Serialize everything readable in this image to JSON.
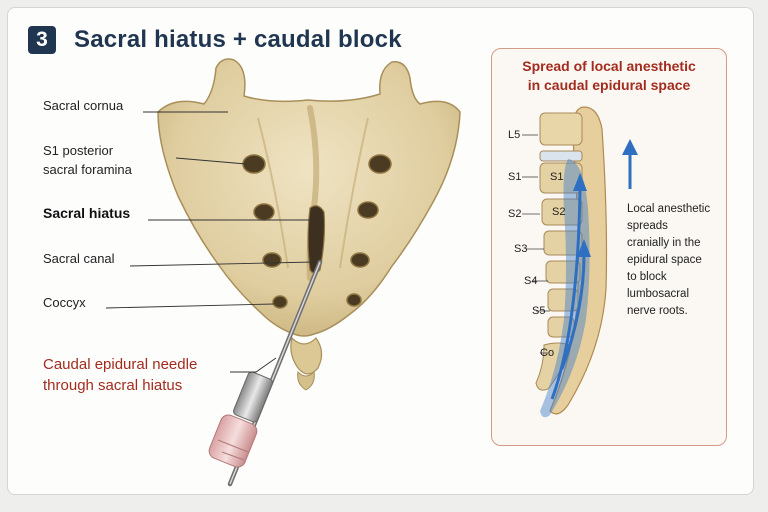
{
  "header": {
    "step_number": "3",
    "title": "Sacral hiatus + caudal block"
  },
  "labels": {
    "sacral_cornua": "Sacral cornua",
    "s1_foramina_line1": "S1 posterior",
    "s1_foramina_line2": "sacral foramina",
    "sacral_hiatus": "Sacral hiatus",
    "sacral_canal": "Sacral canal",
    "coccyx": "Coccyx",
    "needle_line1": "Caudal epidural needle",
    "needle_line2": "through sacral hiatus"
  },
  "inset": {
    "title_line1": "Spread of local anesthetic",
    "title_line2": "in caudal epidural space",
    "levels": [
      "L5",
      "S1",
      "S2",
      "S3",
      "S4",
      "S5",
      "Co"
    ],
    "vertebra_labels": [
      "S1",
      "S2"
    ],
    "description": [
      "Local anesthetic",
      "spreads",
      "cranially in the",
      "epidural space",
      "to block",
      "lumbosacral",
      "nerve roots."
    ]
  },
  "colors": {
    "title": "#1f3550",
    "accent_red": "#a32c1f",
    "bone": "#e3d4ad",
    "anesthetic_blue": "#3d7cc9"
  }
}
